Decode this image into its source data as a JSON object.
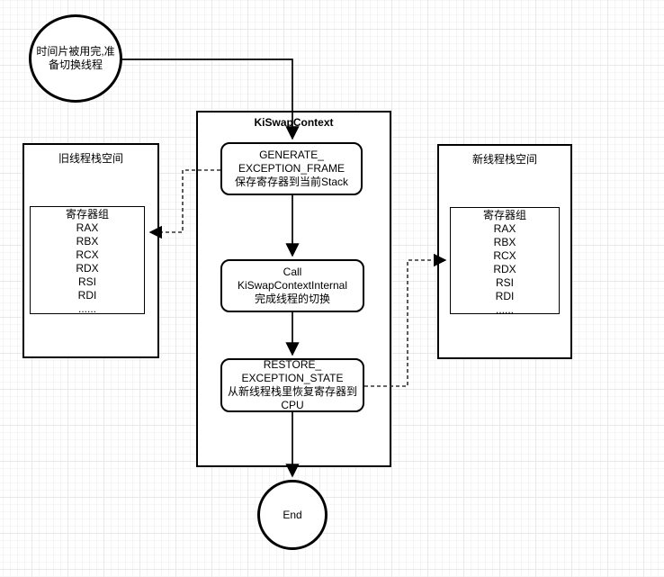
{
  "diagram": {
    "start_node": {
      "label": "时间片被用完,准备切换线程"
    },
    "container": {
      "title": "KiSwapContext",
      "steps": [
        {
          "label": "GENERATE_\nEXCEPTION_FRAME\n保存寄存器到当前Stack"
        },
        {
          "label": "Call\nKiSwapContextInternal\n完成线程的切换"
        },
        {
          "label": "RESTORE_\nEXCEPTION_STATE\n从新线程栈里恢复寄存器到\nCPU"
        }
      ]
    },
    "old_stack_panel": {
      "title": "旧线程栈空间",
      "register_group": [
        "寄存器组",
        "RAX",
        "RBX",
        "RCX",
        "RDX",
        "RSI",
        "RDI",
        "......"
      ]
    },
    "new_stack_panel": {
      "title": "新线程栈空间",
      "register_group": [
        "寄存器组",
        "RAX",
        "RBX",
        "RCX",
        "RDX",
        "RSI",
        "RDI",
        "......"
      ]
    },
    "end_node": {
      "label": "End"
    },
    "colors": {
      "stroke": "#000000",
      "shape_fill": "#ffffff",
      "grid_minor": "#f5f5f5",
      "grid_major": "#e8e8e8"
    }
  }
}
